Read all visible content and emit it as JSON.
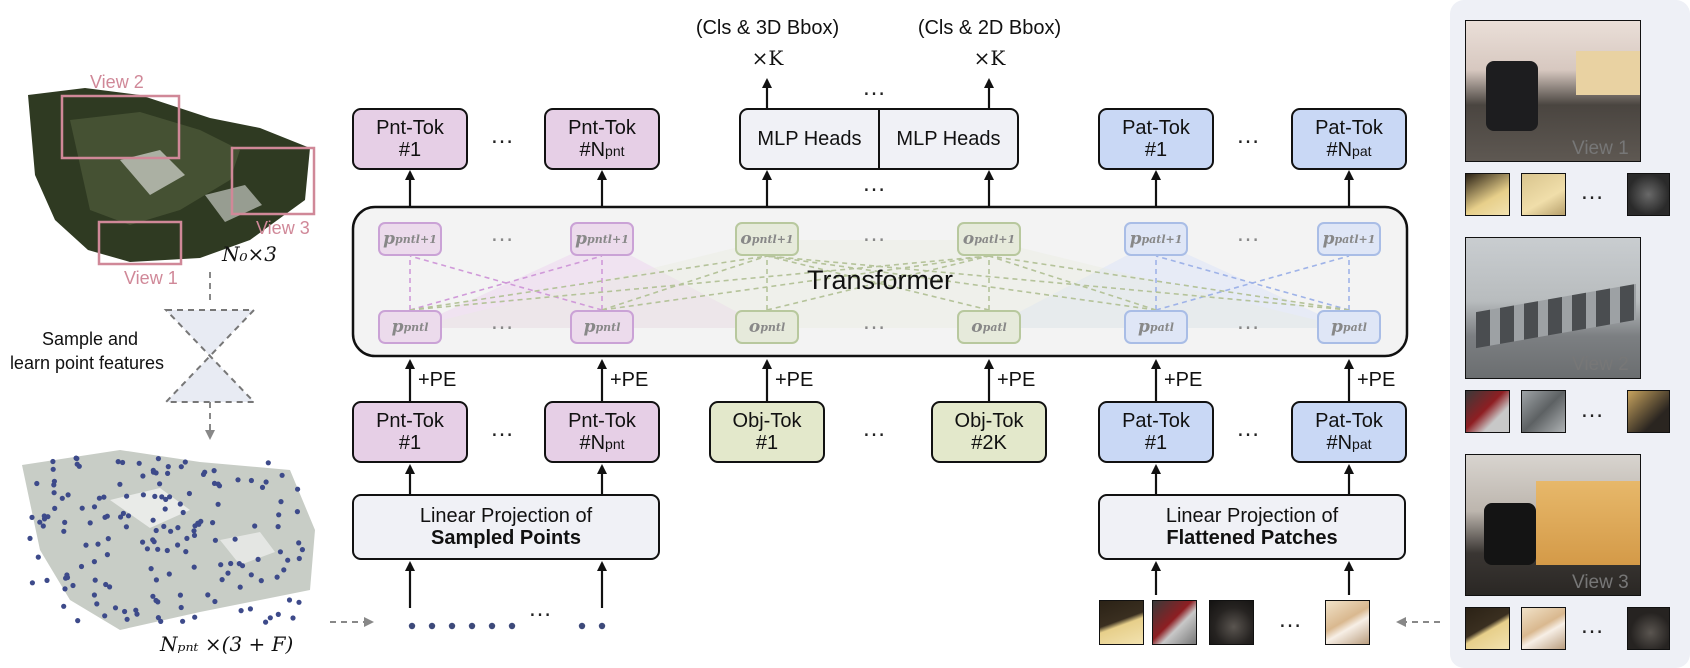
{
  "left": {
    "view_tags": [
      "View 2",
      "View 3",
      "View 1"
    ],
    "n0_dim": "N₀×3",
    "sample_text_line1": "Sample and",
    "sample_text_line2": "learn point features",
    "npnt_dim": "Nₚₙₜ ×(3 + F)"
  },
  "top": {
    "head1_label": "(Cls & 3D Bbox)",
    "head2_label": "(Cls & 2D Bbox)",
    "times_k": "×K",
    "mlp_heads": "MLP Heads",
    "ellipsis": "…"
  },
  "tokens": {
    "pnt_tok": "Pnt-Tok",
    "obj_tok": "Obj-Tok",
    "pat_tok": "Pat-Tok",
    "idx_1": "#1",
    "idx_npnt": "#N",
    "sub_pnt": "pnt",
    "sub_pat": "pat",
    "idx_2k": "#2K"
  },
  "transformer": {
    "title": "Transformer",
    "p": "p",
    "o": "o",
    "l": "l",
    "l1": "l+1",
    "pnt": "pnt",
    "pat": "pat"
  },
  "pe": "+PE",
  "projection": {
    "prefix": "Linear Projection of",
    "points": "Sampled Points",
    "patches": "Flattened Patches"
  },
  "views": [
    "View 1",
    "View 2",
    "View 3"
  ],
  "colors": {
    "pnt_fill": "#e6cfe6",
    "obj_fill": "#e3e8cb",
    "pat_fill": "#c9d8f5",
    "gray_fill": "#f0f1f6",
    "pnt_line": "#d09ad9",
    "obj_line": "#b5c39a",
    "pat_line": "#9fb3e8"
  }
}
